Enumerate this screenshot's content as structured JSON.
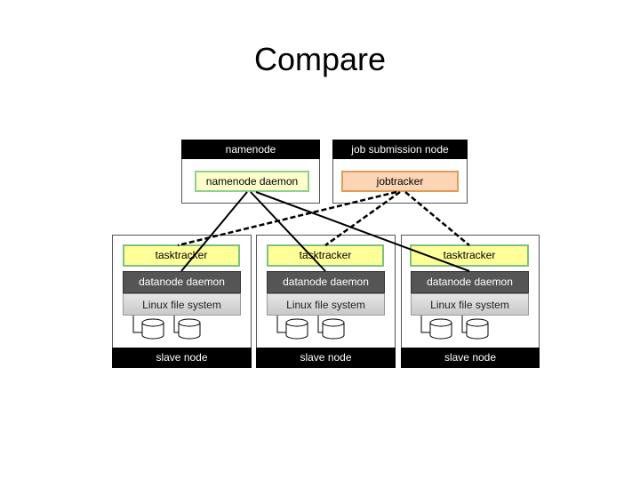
{
  "title": "Compare",
  "master": {
    "namenode_header": "namenode",
    "namenode_daemon": "namenode daemon",
    "job_header": "job submission node",
    "jobtracker": "jobtracker"
  },
  "slaves": [
    {
      "tasktracker": "tasktracker",
      "datanode": "datanode daemon",
      "fs": "Linux file system",
      "label": "slave node"
    },
    {
      "tasktracker": "tasktracker",
      "datanode": "datanode daemon",
      "fs": "Linux file system",
      "label": "slave node"
    },
    {
      "tasktracker": "tasktracker",
      "datanode": "datanode daemon",
      "fs": "Linux file system",
      "label": "slave node"
    }
  ]
}
